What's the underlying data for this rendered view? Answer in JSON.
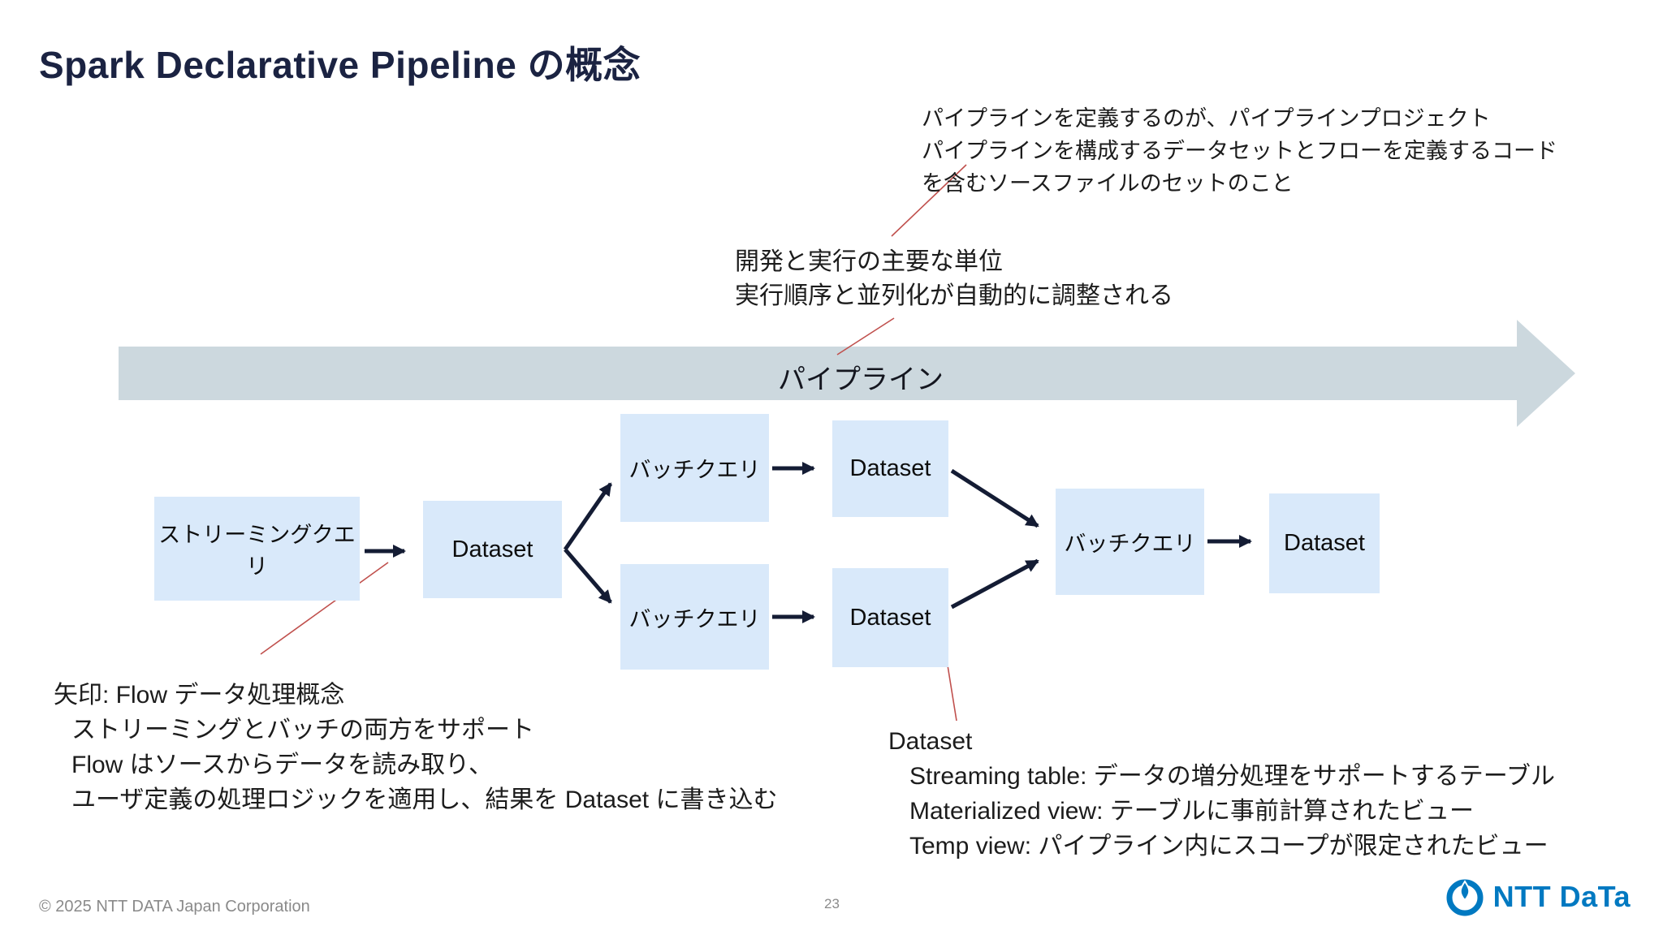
{
  "slide": {
    "title": "Spark Declarative Pipeline の概念"
  },
  "annotations": {
    "pipeline_project": {
      "lines": [
        "パイプラインを定義するのが、パイプラインプロジェクト",
        "パイプラインを構成するデータセットとフローを定義するコード",
        "を含むソースファイルのセットのこと"
      ]
    },
    "pipeline_unit": {
      "lines": [
        "開発と実行の主要な単位",
        "実行順序と並列化が自動的に調整される"
      ]
    },
    "flow_note": {
      "lines": [
        "矢印: Flow データ処理概念",
        "ストリーミングとバッチの両方をサポート",
        "Flow はソースからデータを読み取り、",
        "ユーザ定義の処理ロジックを適用し、結果を Dataset に書き込む"
      ]
    },
    "dataset_note": {
      "lines": [
        "Dataset",
        "Streaming table: データの増分処理をサポートするテーブル",
        "Materialized view: テーブルに事前計算されたビュー",
        "Temp view: パイプライン内にスコープが限定されたビュー"
      ]
    }
  },
  "pipeline_band": {
    "label": "パイプライン"
  },
  "diagram": {
    "boxes": [
      {
        "id": "streaming-query",
        "label": "ストリーミングクエリ"
      },
      {
        "id": "dataset-1",
        "label": "Dataset"
      },
      {
        "id": "batch-query-top",
        "label": "バッチクエリ"
      },
      {
        "id": "dataset-top",
        "label": "Dataset"
      },
      {
        "id": "batch-query-bottom",
        "label": "バッチクエリ"
      },
      {
        "id": "dataset-bottom",
        "label": "Dataset"
      },
      {
        "id": "batch-query-right",
        "label": "バッチクエリ"
      },
      {
        "id": "dataset-final",
        "label": "Dataset"
      }
    ]
  },
  "footer": {
    "copyright": "© 2025 NTT DATA Japan Corporation",
    "page_number": "23"
  },
  "logo": {
    "wordmark": "NTT DaTa"
  },
  "colors": {
    "title_navy": "#1b2342",
    "box_fill": "#d9e9fa",
    "band_fill": "#ccd8de",
    "flow_arrow": "#141c34",
    "connector_red": "#c0504d",
    "brand_blue": "#0079c1",
    "footer_gray": "#8a8a8a"
  }
}
